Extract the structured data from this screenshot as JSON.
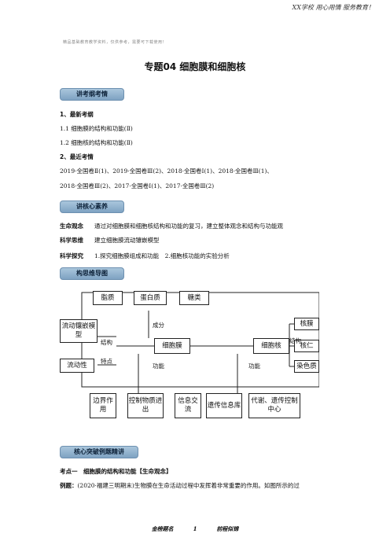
{
  "header": {
    "tagline": "XX学校 用心用情 服务教育！"
  },
  "note": "精品基础教育教学资料，仅供参考，需要可下载使用！",
  "title": "专题04 细胞膜和细胞核",
  "sections": {
    "kaogang": "讲考纲考情",
    "suyang": "讲核心素养",
    "mindmap": "构思维导图",
    "tupo": "核心突破例题精讲"
  },
  "kaogang": {
    "h1": "1、最新考纲",
    "items": [
      "1.1 细胞膜的结构和功能(Ⅱ)",
      "1.2 细胞核的结构和功能(Ⅱ)"
    ],
    "h2": "2、最近考情",
    "recent1": "2019·全国卷Ⅱ(1)、2019·全国卷Ⅲ(2)、2018·全国卷Ⅰ(1)、2018·全国卷Ⅲ(1)、",
    "recent2": "2018·全国卷Ⅲ(2)、2017·全国卷Ⅰ(1)、2017·全国卷Ⅲ(2)"
  },
  "suyang": {
    "rows": [
      {
        "label": "生命观念",
        "text": "通过对细胞膜和细胞核结构和功能的复习，建立整体观念和结构与功能观"
      },
      {
        "label": "科学思维",
        "text": "建立细胞膜流动镶嵌模型"
      },
      {
        "label": "科学探究",
        "text": "1.探究细胞膜组成和功能　2.细胞核功能的实验分析"
      }
    ]
  },
  "mindmap": {
    "top": [
      "脂质",
      "蛋白质",
      "糖类"
    ],
    "left": [
      "流动镶嵌模型",
      "流动性"
    ],
    "right": [
      "核膜",
      "核仁",
      "染色质"
    ],
    "center_left": "细胞膜",
    "center_right": "细胞核",
    "bottom": [
      "边界作用",
      "控制物质进出",
      "信息交流",
      "遗传信息库",
      "代谢、遗传控制中心"
    ],
    "labels": {
      "chengfen": "成分",
      "jiegou_left": "结构",
      "tedian": "特点",
      "gongneng_left": "功能",
      "gongneng_right": "功能",
      "jiegou_right": "结构"
    }
  },
  "kaodian": {
    "title": "考点一　细胞膜的结构和功能【生命观念】",
    "example_label": "例题：",
    "example_text": "(2020·福建三明期末)生物膜在生命活动过程中发挥着非常重要的作用。如图所示的过"
  },
  "footer": {
    "left": "金榜题名",
    "page": "1",
    "right": "前程似锦"
  }
}
